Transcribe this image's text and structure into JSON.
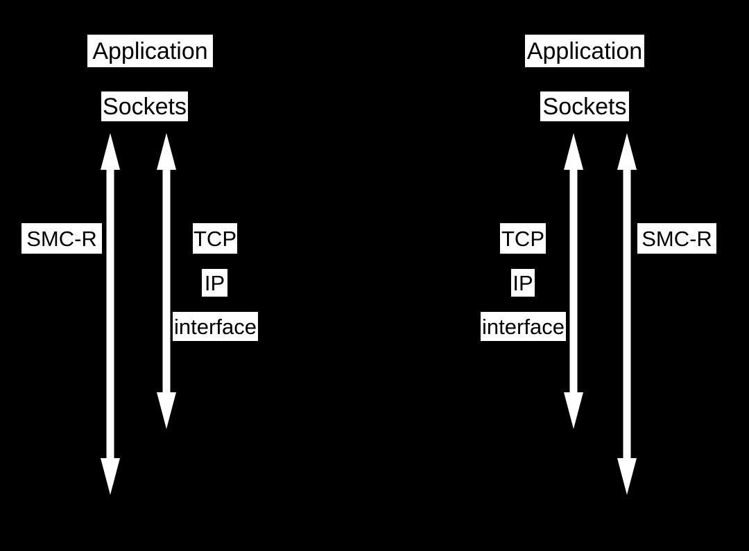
{
  "colors": {
    "background": "#000000",
    "label_background": "#ffffff",
    "label_text": "#000000",
    "arrow": "#ffffff"
  },
  "stacks": [
    {
      "side": "left",
      "application_label": "Application",
      "sockets_label": "Sockets",
      "smcr_label": "SMC-R",
      "tcp_label": "TCP",
      "ip_label": "IP",
      "interface_label": "interface"
    },
    {
      "side": "right",
      "application_label": "Application",
      "sockets_label": "Sockets",
      "tcp_label": "TCP",
      "ip_label": "IP",
      "interface_label": "interface",
      "smcr_label": "SMC-R"
    }
  ],
  "arrows": [
    {
      "name": "left-smcr-path-arrow",
      "direction": "bidirectional"
    },
    {
      "name": "left-tcpip-path-arrow",
      "direction": "bidirectional"
    },
    {
      "name": "right-tcpip-path-arrow",
      "direction": "bidirectional"
    },
    {
      "name": "right-smcr-path-arrow",
      "direction": "bidirectional"
    }
  ]
}
